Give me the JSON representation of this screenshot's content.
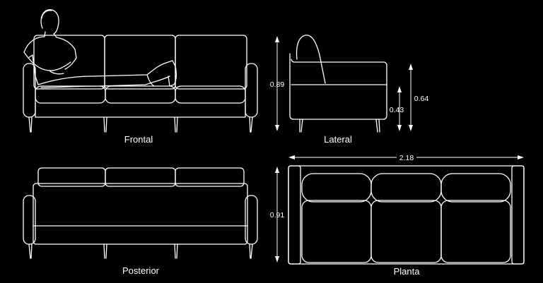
{
  "views": {
    "frontal": "Frontal",
    "lateral": "Lateral",
    "posterior": "Posterior",
    "planta": "Planta"
  },
  "dimensions": {
    "total_height": "0.89",
    "armrest_height": "0.64",
    "seat_height": "0.43",
    "width": "2.18",
    "depth": "0.91"
  },
  "colors": {
    "background": "#000000",
    "line": "#ffffff"
  }
}
